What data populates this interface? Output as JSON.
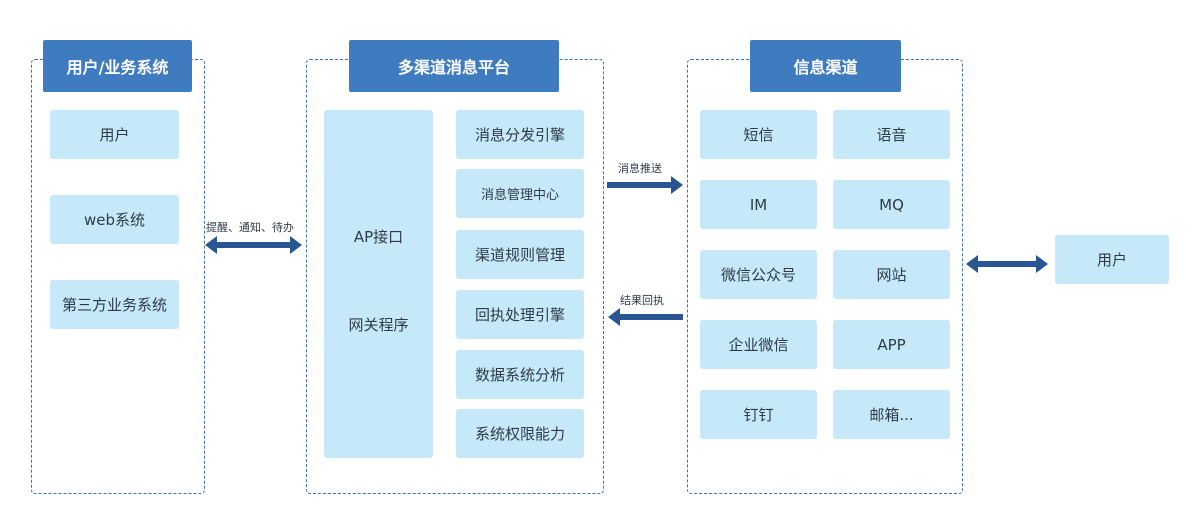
{
  "left_group": {
    "title": "用户/业务系统",
    "items": [
      "用户",
      "web系统",
      "第三方业务系统"
    ]
  },
  "middle_group": {
    "title": "多渠道消息平台",
    "api_lines": [
      "AP接口",
      "网关程序"
    ],
    "modules": [
      "消息分发引擎",
      "消息管理中心",
      "渠道规则管理",
      "回执处理引擎",
      "数据系统分析",
      "系统权限能力"
    ]
  },
  "right_group": {
    "title": "信息渠道",
    "channels": [
      "短信",
      "语音",
      "IM",
      "MQ",
      "微信公众号",
      "网站",
      "企业微信",
      "APP",
      "钉钉",
      "邮箱..."
    ]
  },
  "external_user": "用户",
  "arrows": {
    "left_label": "提醒、通知、待办",
    "push_label": "消息推送",
    "receipt_label": "结果回执"
  },
  "colors": {
    "header": "#3f7bbf",
    "box": "#c5e9f8",
    "arrow": "#2a5593",
    "border": "#3f6fb0"
  }
}
